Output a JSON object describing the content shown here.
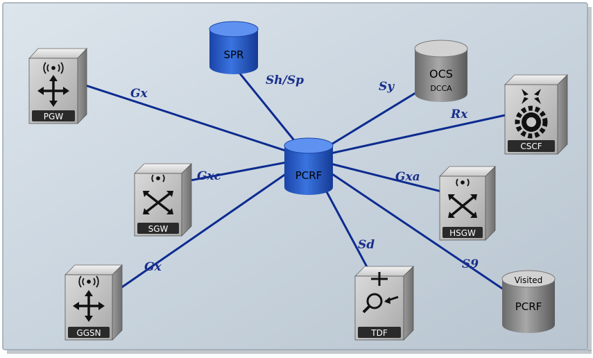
{
  "diagram": {
    "nodes": {
      "pcrf": {
        "label": "PCRF"
      },
      "spr": {
        "label": "SPR"
      },
      "ocs": {
        "label": "OCS",
        "sublabel": "DCCA"
      },
      "pgw": {
        "label": "PGW"
      },
      "cscf": {
        "label": "CSCF"
      },
      "sgw": {
        "label": "SGW"
      },
      "hsgw": {
        "label": "HSGW"
      },
      "ggsn": {
        "label": "GGSN"
      },
      "tdf": {
        "label": "TDF"
      },
      "visited_pcrf": {
        "label": "PCRF",
        "sublabel": "Visited"
      }
    },
    "interfaces": {
      "pgw": "Gx",
      "spr": "Sh/Sp",
      "ocs": "Sy",
      "cscf": "Rx",
      "sgw": "Gxc",
      "hsgw": "Gxa",
      "ggsn": "Gx",
      "tdf": "Sd",
      "visited": "S9"
    }
  },
  "colors": {
    "link": "#0d2b8f",
    "label": "#1a2f8c",
    "blue_db": "#2a5ccc",
    "grey_db": "#8a8a8a",
    "background": "#c7d2dc"
  },
  "icons": {
    "pgw": "router-arrows-icon",
    "cscf": "gear-icon",
    "sgw": "switch-cross-icon",
    "hsgw": "switch-cross-icon",
    "ggsn": "router-arrows-icon",
    "tdf": "magnifier-icon",
    "wireless": "wireless-signal-icon"
  }
}
